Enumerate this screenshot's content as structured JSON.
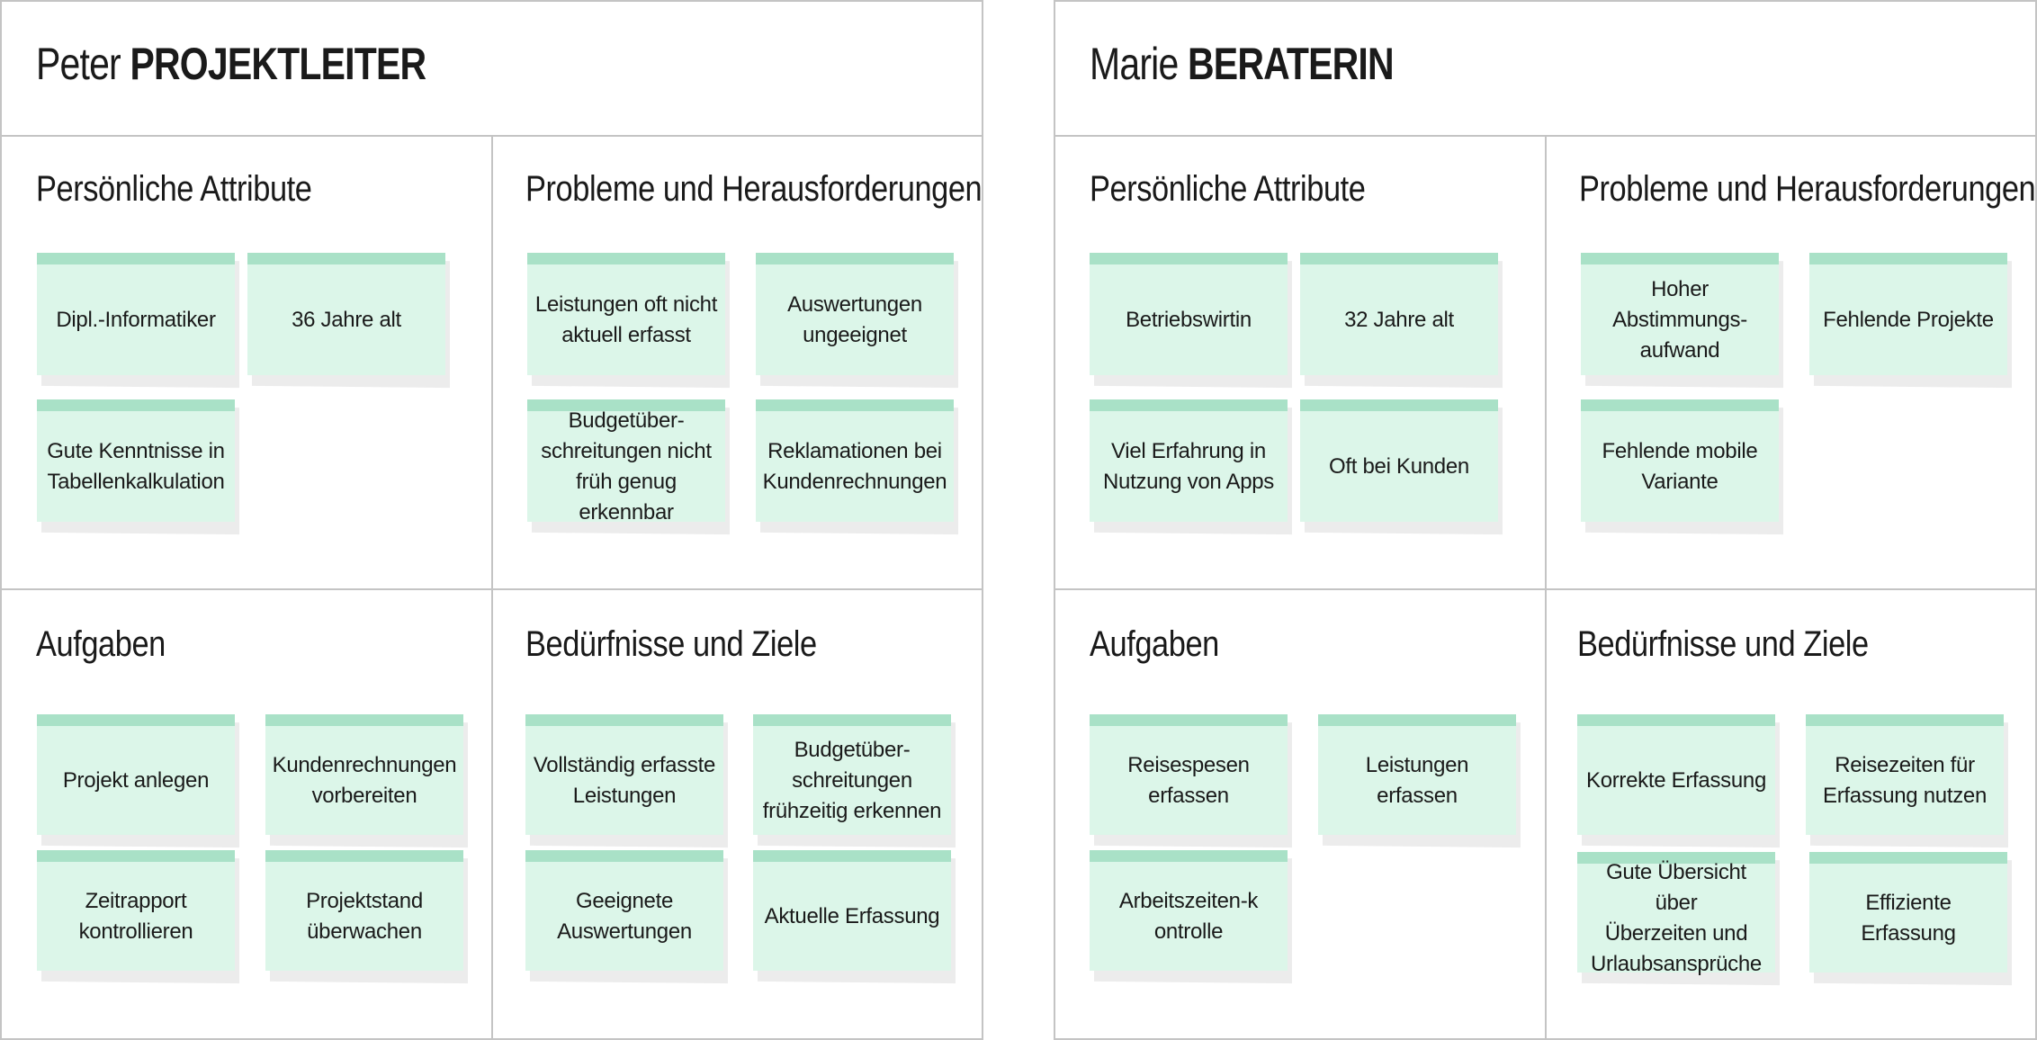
{
  "personas": [
    {
      "first_name": "Peter",
      "role": "PROJEKTLEITER",
      "attributes": {
        "title": "Persönliche Attribute",
        "notes": [
          "Dipl.-Informatiker",
          "36 Jahre alt",
          "Gute Kenntnisse in\nTabellenkalkulation"
        ]
      },
      "problems": {
        "title": "Probleme und Herausforderungen",
        "notes": [
          "Leistungen  oft nicht\naktuell erfasst",
          "Auswertungen\nungeeignet",
          "Budgetüber-\nschreitungen nicht\nfrüh genug erkennbar",
          "Reklamationen bei\nKundenrechnungen"
        ]
      },
      "tasks": {
        "title": "Aufgaben",
        "notes": [
          "Projekt anlegen",
          "Kundenrechnungen\nvorbereiten",
          "Zeitrapport\nkontrollieren",
          "Projektstand\nüberwachen"
        ]
      },
      "needs": {
        "title": "Bedürfnisse und Ziele",
        "notes": [
          "Vollständig erfasste\nLeistungen",
          "Budgetüber-\nschreitungen\nfrühzeitig erkennen",
          "Geeignete\nAuswertungen",
          "Aktuelle Erfassung"
        ]
      }
    },
    {
      "first_name": "Marie",
      "role": "BERATERIN",
      "attributes": {
        "title": "Persönliche Attribute",
        "notes": [
          "Betriebswirtin",
          "32 Jahre alt",
          "Viel Erfahrung in\nNutzung von Apps",
          "Oft bei Kunden"
        ]
      },
      "problems": {
        "title": "Probleme und Herausforderungen",
        "notes": [
          "Hoher Abstimmungs-\naufwand",
          "Fehlende Projekte",
          "Fehlende mobile\nVariante"
        ]
      },
      "tasks": {
        "title": "Aufgaben",
        "notes": [
          "Reisespesen erfassen",
          "Leistungen erfassen",
          "Arbeitszeiten-k\nontrolle"
        ]
      },
      "needs": {
        "title": "Bedürfnisse und Ziele",
        "notes": [
          "Korrekte Erfassung",
          "Reisezeiten für\nErfassung nutzen",
          "Gute Übersicht über\nÜberzeiten und\nUrlaubsansprüche",
          "Effiziente\nErfassung"
        ]
      }
    }
  ],
  "colors": {
    "note": "#dcf6e9",
    "tape": "#a9e1c7",
    "shadow": "#ececec",
    "border": "#c4c4c4"
  }
}
